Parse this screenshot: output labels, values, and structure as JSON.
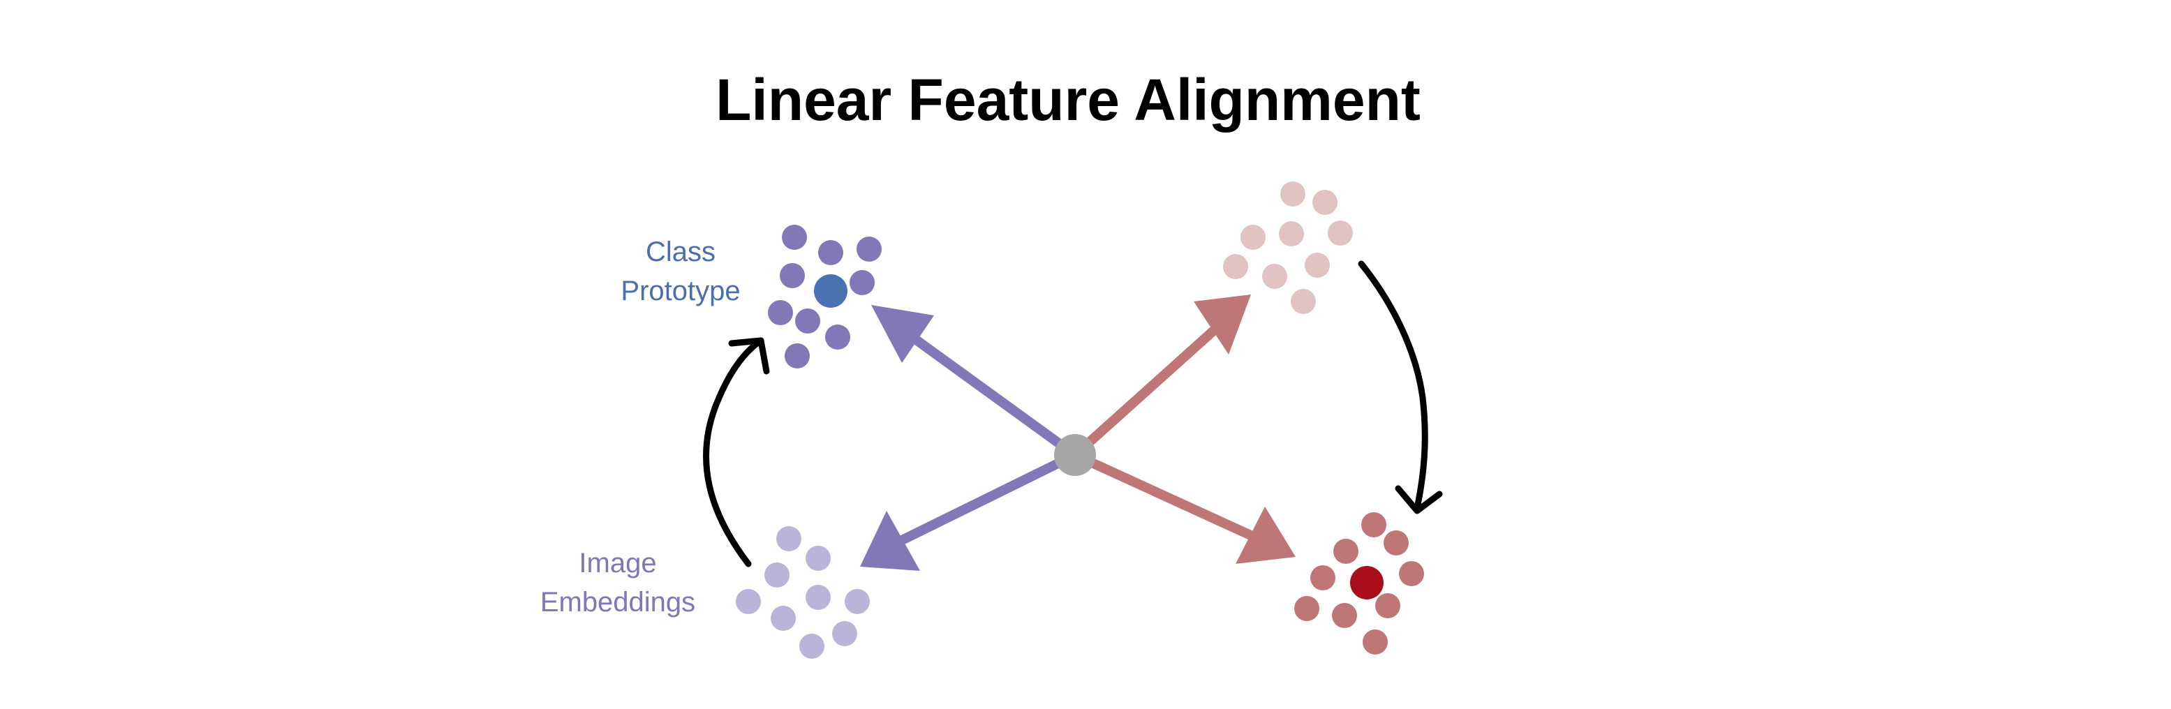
{
  "title": "Linear Feature Alignment",
  "labels": {
    "class_prototype": [
      "Class",
      "Prototype"
    ],
    "image_embeddings": [
      "Image",
      "Embeddings"
    ]
  },
  "colors": {
    "purple": "#8278b7",
    "purple_light": "#bcb3d9",
    "blue_prototype": "#4a72b2",
    "red": "#bf7677",
    "red_light": "#e1c3c4",
    "red_prototype": "#a90f1a",
    "center": "#a6a6a6",
    "curve": "#000000",
    "class_label": "#4a6fae",
    "image_label": "#8277b4",
    "title": "#000000"
  }
}
